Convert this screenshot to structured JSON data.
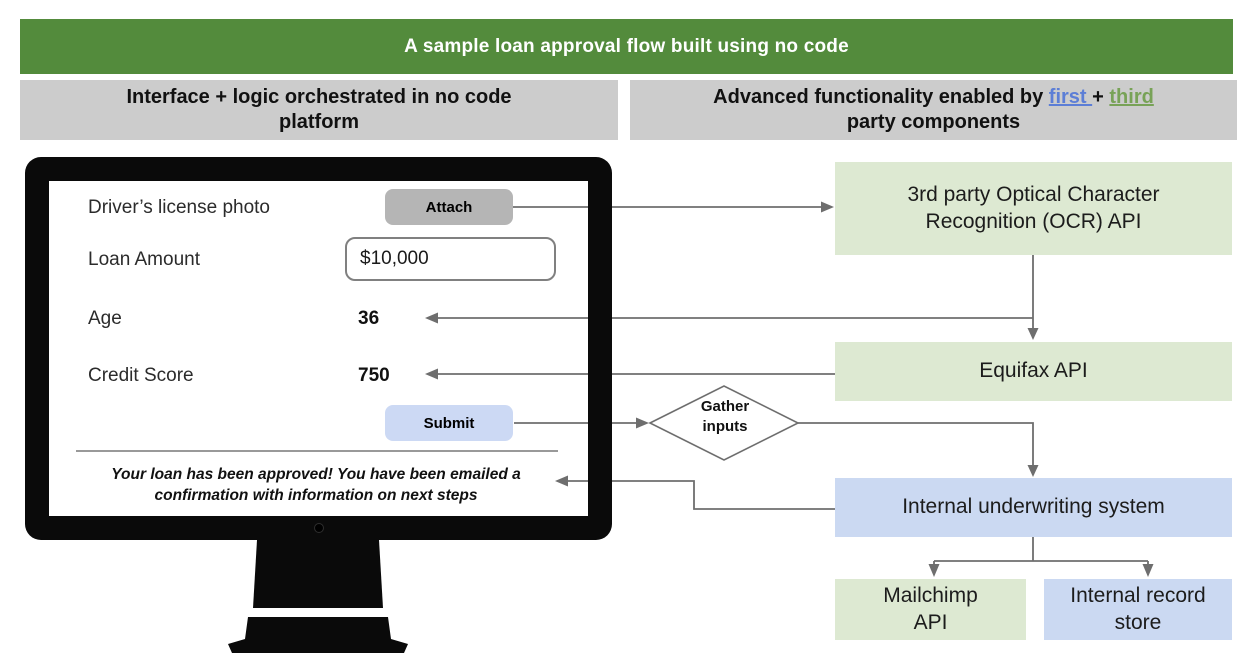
{
  "banner": {
    "title": "A sample loan approval flow built using no code",
    "bg_color": "#538b3c"
  },
  "headers": {
    "left": {
      "text": "Interface + logic orchestrated in no code platform"
    },
    "right": {
      "prefix": "Advanced functionality enabled by ",
      "link_first": "first ",
      "plus": "+ ",
      "link_third": "third",
      "line2": "party components",
      "link_first_color": "#5c7ed6",
      "link_third_color": "#78a257"
    }
  },
  "form": {
    "rows": [
      {
        "label": "Driver’s license photo",
        "button": "Attach"
      },
      {
        "label": "Loan Amount",
        "value": "$10,000"
      },
      {
        "label": "Age",
        "value": "36"
      },
      {
        "label": "Credit Score",
        "value": "750"
      }
    ],
    "submit_label": "Submit",
    "confirmation": "Your loan has been approved! You have been emailed a confirmation with information on next steps"
  },
  "flow": {
    "nodes": {
      "ocr": {
        "label": "3rd party Optical Character Recognition (OCR) API",
        "color": "#dde9d2"
      },
      "equifax": {
        "label": "Equifax API",
        "color": "#dde9d2"
      },
      "gather": {
        "label": "Gather inputs",
        "color": "#ffffff"
      },
      "underwriting": {
        "label": "Internal underwriting system",
        "color": "#cbd9f2"
      },
      "mailchimp": {
        "label": "Mailchimp API",
        "color": "#dde9d2"
      },
      "recordstore": {
        "label": "Internal record store",
        "color": "#cbd9f2"
      }
    },
    "arrow_color": "#6e6e6e"
  }
}
